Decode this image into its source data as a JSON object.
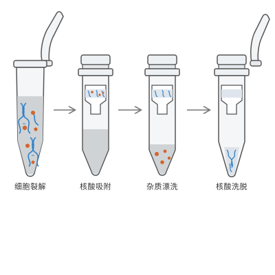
{
  "steps": [
    {
      "label": "细胞裂解"
    },
    {
      "label": "核酸吸附"
    },
    {
      "label": "杂质漂洗"
    },
    {
      "label": "核酸洗脱"
    }
  ],
  "colors": {
    "outline": "#555555",
    "tube_fill": "#f4f6f8",
    "lysate": "#c9ccce",
    "column_band": "#dfe5ec",
    "dna_blue": "#2f80c8",
    "cell_orange": "#d2652d",
    "arrow": "#777777"
  }
}
